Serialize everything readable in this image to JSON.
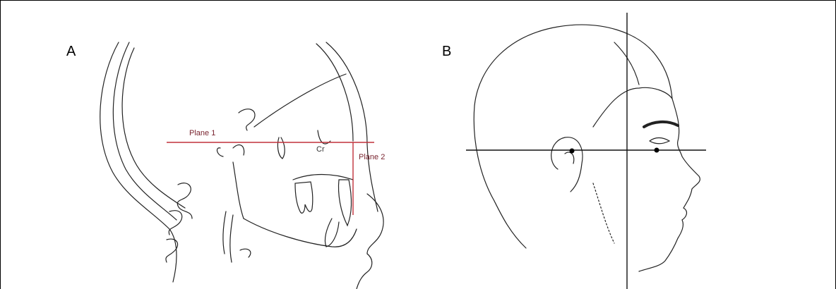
{
  "figure": {
    "panel_a": {
      "letter": "A",
      "labels": {
        "plane1": "Plane 1",
        "plane2": "Plane 2",
        "cr": "Cr"
      },
      "line_color": "#c0303a"
    },
    "panel_b": {
      "letter": "B"
    }
  }
}
